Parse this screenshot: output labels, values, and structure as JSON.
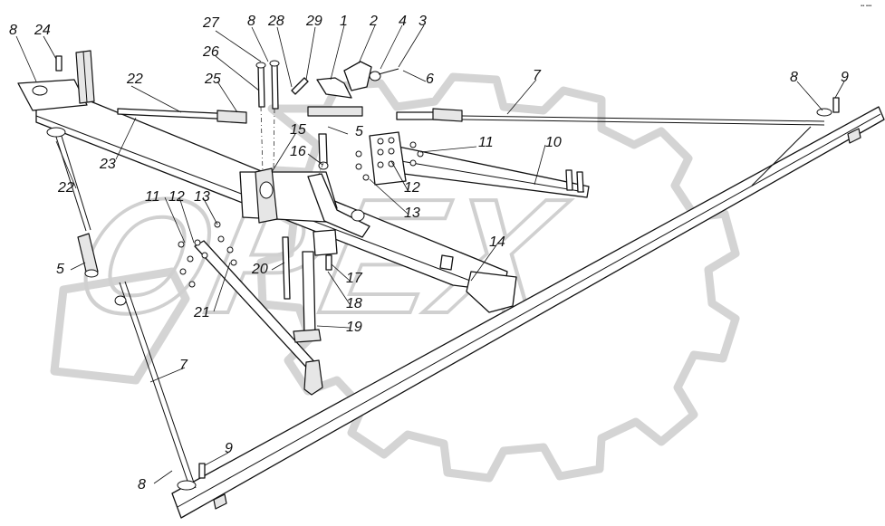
{
  "diagram": {
    "watermark": {
      "text": "OPEX"
    },
    "corner_mark": "▪▪ ▪▪▪",
    "callouts": [
      {
        "id": "c-1",
        "text": "1"
      },
      {
        "id": "c-2",
        "text": "2"
      },
      {
        "id": "c-3",
        "text": "3"
      },
      {
        "id": "c-4",
        "text": "4"
      },
      {
        "id": "c-5a",
        "text": "5"
      },
      {
        "id": "c-5b",
        "text": "5"
      },
      {
        "id": "c-6",
        "text": "6"
      },
      {
        "id": "c-7a",
        "text": "7"
      },
      {
        "id": "c-7b",
        "text": "7"
      },
      {
        "id": "c-8a",
        "text": "8"
      },
      {
        "id": "c-8b",
        "text": "8"
      },
      {
        "id": "c-8c",
        "text": "8"
      },
      {
        "id": "c-8d",
        "text": "8"
      },
      {
        "id": "c-9a",
        "text": "9"
      },
      {
        "id": "c-9b",
        "text": "9"
      },
      {
        "id": "c-10",
        "text": "10"
      },
      {
        "id": "c-11a",
        "text": "11"
      },
      {
        "id": "c-11b",
        "text": "11"
      },
      {
        "id": "c-12a",
        "text": "12"
      },
      {
        "id": "c-12b",
        "text": "12"
      },
      {
        "id": "c-13a",
        "text": "13"
      },
      {
        "id": "c-13b",
        "text": "13"
      },
      {
        "id": "c-14",
        "text": "14"
      },
      {
        "id": "c-15",
        "text": "15"
      },
      {
        "id": "c-16",
        "text": "16"
      },
      {
        "id": "c-17",
        "text": "17"
      },
      {
        "id": "c-18",
        "text": "18"
      },
      {
        "id": "c-19",
        "text": "19"
      },
      {
        "id": "c-20",
        "text": "20"
      },
      {
        "id": "c-21",
        "text": "21"
      },
      {
        "id": "c-22a",
        "text": "22"
      },
      {
        "id": "c-22b",
        "text": "22"
      },
      {
        "id": "c-23",
        "text": "23"
      },
      {
        "id": "c-24",
        "text": "24"
      },
      {
        "id": "c-25",
        "text": "25"
      },
      {
        "id": "c-26",
        "text": "26"
      },
      {
        "id": "c-27",
        "text": "27"
      },
      {
        "id": "c-28",
        "text": "28"
      },
      {
        "id": "c-29",
        "text": "29"
      }
    ]
  }
}
